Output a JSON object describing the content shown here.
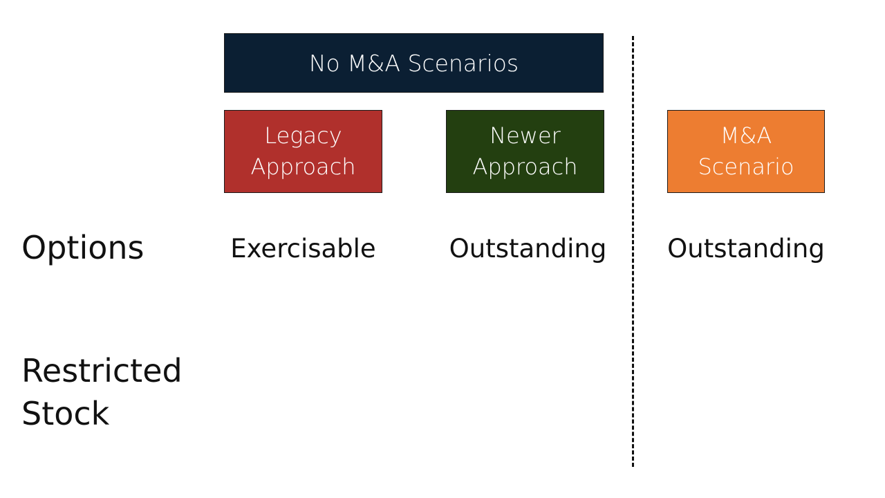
{
  "header": {
    "title": "No M&A Scenarios"
  },
  "approaches": [
    {
      "label": "Legacy\nApproach",
      "color": "#b0302c"
    },
    {
      "label": "Newer\nApproach",
      "color": "#233f10"
    },
    {
      "label": "M&A\nScenario",
      "color": "#ed7d31"
    }
  ],
  "rows": [
    {
      "label": "Options",
      "values": [
        "Exercisable",
        "Outstanding",
        "Outstanding"
      ]
    },
    {
      "label": "Restricted\nStock",
      "values": [
        "",
        "",
        ""
      ]
    }
  ]
}
